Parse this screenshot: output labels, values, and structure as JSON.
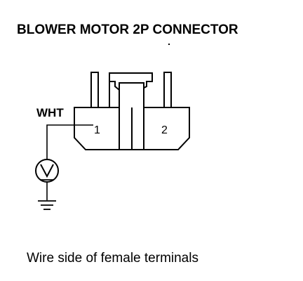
{
  "title": "BLOWER MOTOR 2P CONNECTOR",
  "wire_color": "WHT",
  "pins": [
    "1",
    "2"
  ],
  "caption": "Wire side of female terminals",
  "icons": {
    "meter": "voltmeter-icon",
    "ground": "ground-icon"
  },
  "colors": {
    "ink": "#000000",
    "background": "#ffffff"
  }
}
